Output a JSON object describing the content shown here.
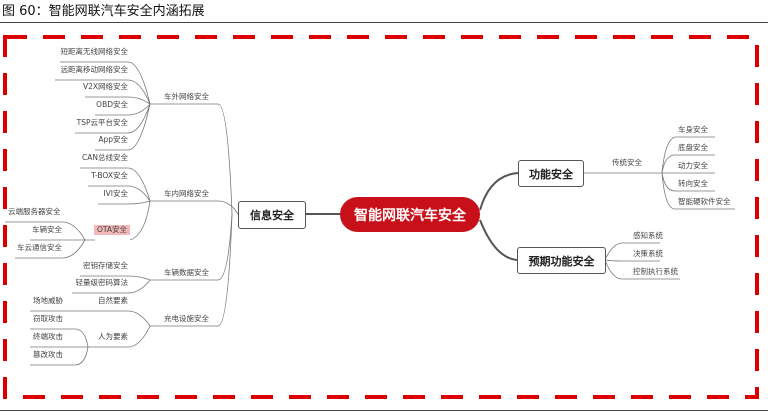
{
  "caption": "图 60：智能网联汽车安全内涵拓展",
  "center": "智能网联汽车安全",
  "info": {
    "label": "信息安全",
    "external": {
      "label": "车外网络安全",
      "items": [
        "短距离无线网络安全",
        "远距离移动网络安全",
        "V2X网络安全",
        "OBD安全",
        "TSP云平台安全",
        "App安全"
      ]
    },
    "internal": {
      "label": "车内网络安全",
      "items": [
        "CAN总线安全",
        "T-BOX安全",
        "IVI安全",
        "OTA安全"
      ],
      "ota_items": [
        "云端服务器安全",
        "车辆安全",
        "车云通信安全"
      ]
    },
    "data": {
      "label": "车辆数据安全",
      "items": [
        "密钥存储安全",
        "轻量级密码算法"
      ]
    },
    "charging": {
      "label": "充电设施安全",
      "natural": "自然要素",
      "natural_items": [
        "场地威胁"
      ],
      "human": "人为要素",
      "human_items": [
        "窃取攻击",
        "终端攻击",
        "篡改攻击"
      ]
    }
  },
  "functional": {
    "label": "功能安全",
    "traditional": "传统安全",
    "items": [
      "车身安全",
      "底盘安全",
      "动力安全",
      "转向安全",
      "智能硬软件安全"
    ]
  },
  "sotif": {
    "label": "预期功能安全",
    "items": [
      "感知系统",
      "决策系统",
      "控制执行系统"
    ]
  },
  "colors": {
    "accent": "#c8101a"
  }
}
